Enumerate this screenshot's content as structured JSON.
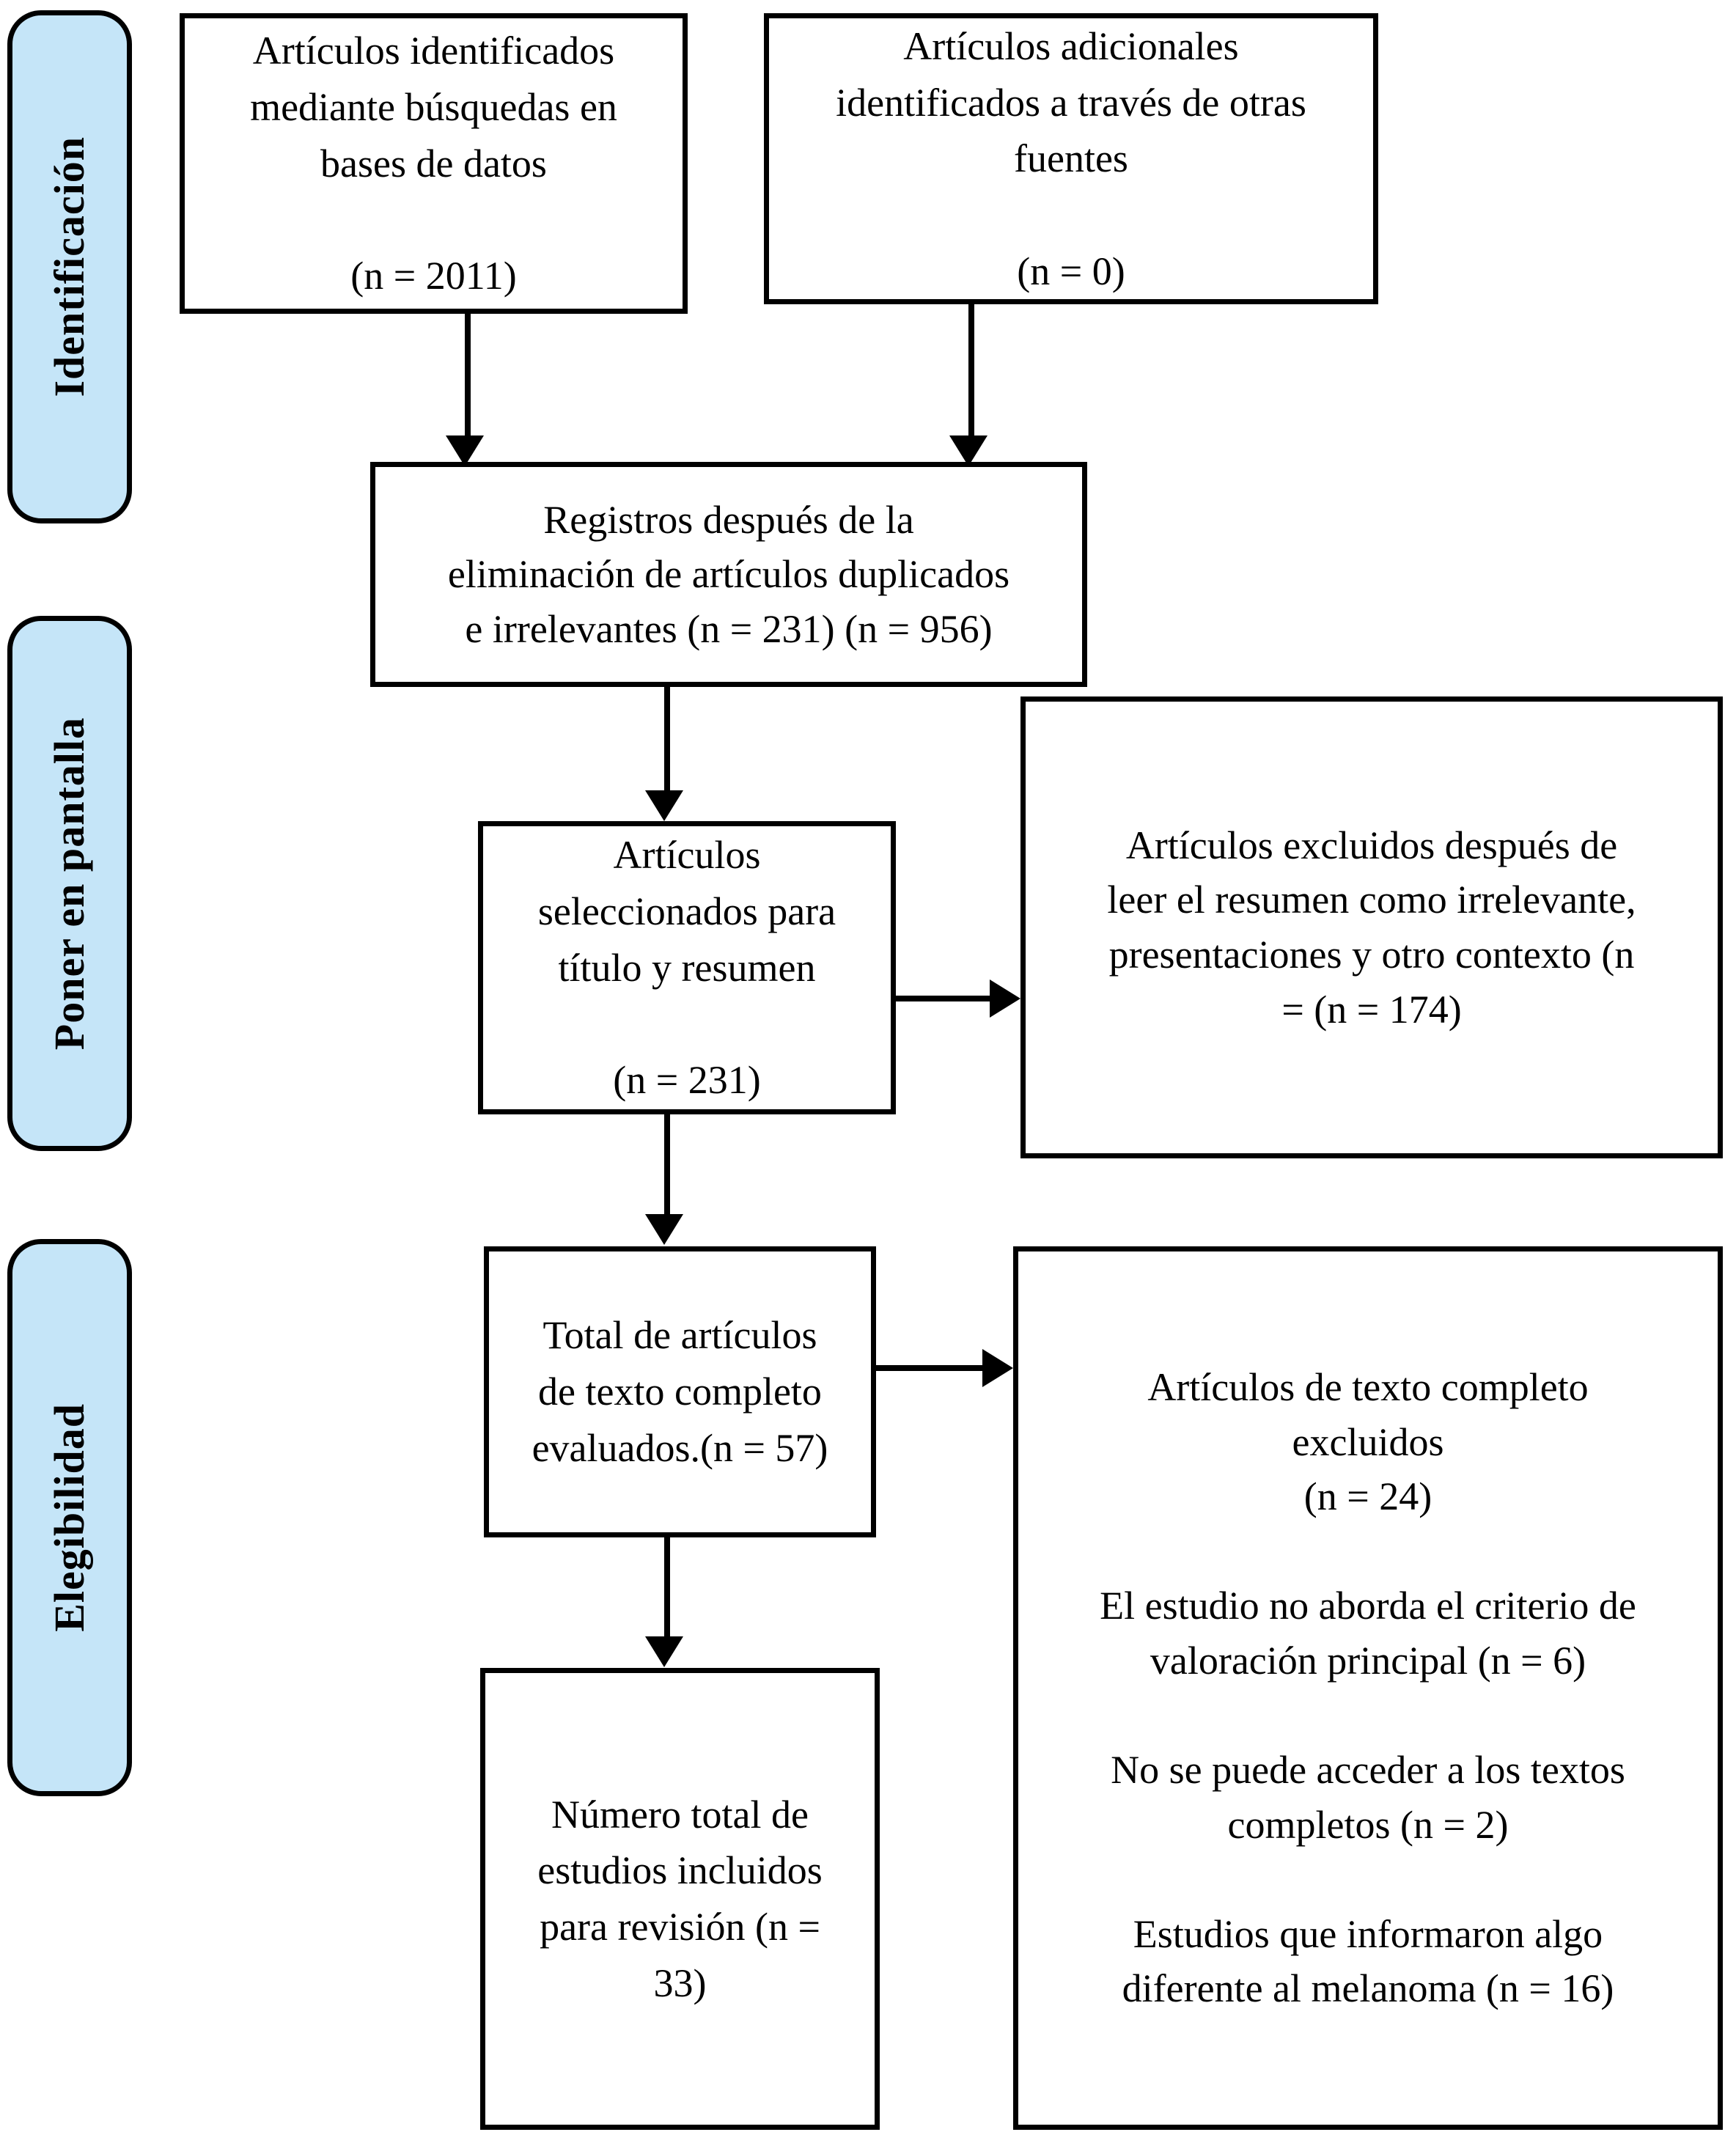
{
  "diagram": {
    "type": "prisma-flow-diagram",
    "language": "es",
    "accent_fill": "#c5e5f8",
    "stroke_color": "#000000",
    "background": "#ffffff"
  },
  "phases": [
    {
      "id": "identification",
      "label": "Identificación"
    },
    {
      "id": "screening",
      "label": "Poner en pantalla"
    },
    {
      "id": "eligibility",
      "label": "Elegibilidad"
    }
  ],
  "boxes": {
    "identified_databases": {
      "text": "Artículos identificados\nmediante búsquedas en\nbases de datos\n\n(n = 2011)",
      "count": 2011
    },
    "identified_other_sources": {
      "text": "Artículos adicionales\nidentificados a través de otras\nfuentes\n\n(n = 0)",
      "count": 0
    },
    "after_duplicates": {
      "text": "Registros después de la\neliminación de artículos duplicados\ne irrelevantes (n = 231) (n = 956)",
      "count_duplicates": 231,
      "count_records": 956
    },
    "screened_title_abstract": {
      "text": "Artículos\nseleccionados para\ntítulo y resumen\n\n(n = 231)",
      "count": 231
    },
    "excluded_after_abstract": {
      "text": "Artículos excluidos después de\nleer el resumen como irrelevante,\npresentaciones y otro contexto (n\n= (n = 174)",
      "count": 174
    },
    "fulltext_assessed": {
      "text": "Total de artículos\nde texto completo\nevaluados.(n = 57)",
      "count": 57
    },
    "fulltext_excluded": {
      "text": "Artículos de texto completo\nexcluidos\n(n = 24)\n\nEl estudio no aborda el criterio de\nvaloración principal (n = 6)\n\nNo se puede acceder a los textos\ncompletos (n = 2)\n\nEstudios que informaron algo\ndiferente al melanoma (n = 16)",
      "count": 24,
      "reasons": [
        {
          "label": "El estudio no aborda el criterio de valoración principal",
          "count": 6
        },
        {
          "label": "No se puede acceder a los textos completos",
          "count": 2
        },
        {
          "label": "Estudios que informaron algo diferente al melanoma",
          "count": 16
        }
      ]
    },
    "included_studies": {
      "text": "Número total de\nestudios incluidos\npara revisión (n =\n33)",
      "count": 33
    }
  }
}
